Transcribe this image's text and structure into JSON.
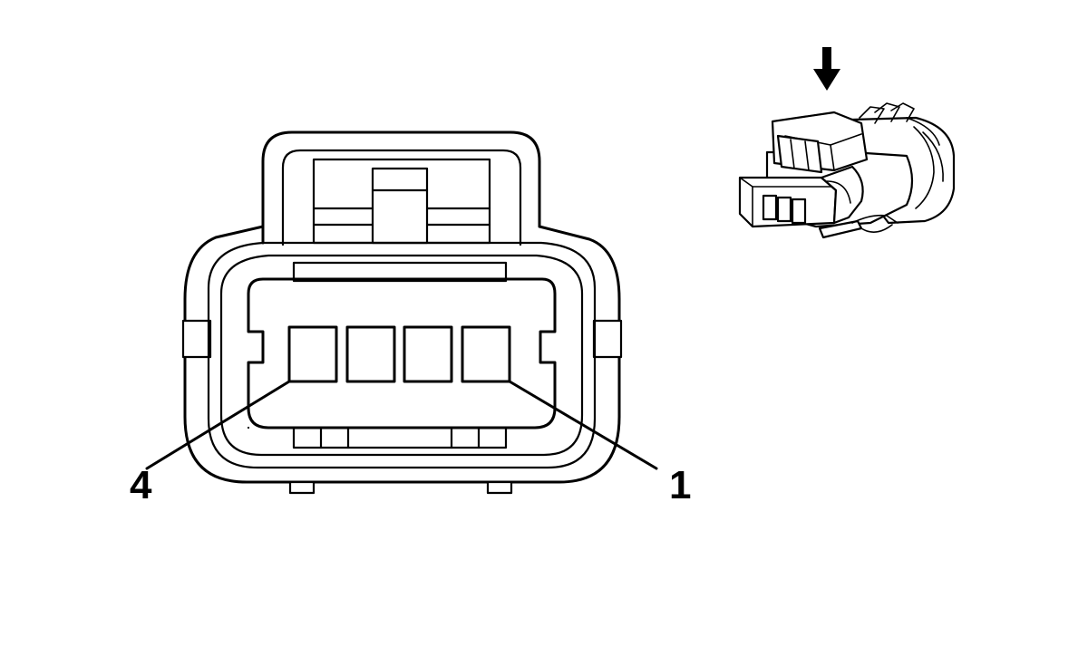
{
  "diagram": {
    "pin_labels": {
      "left": "4",
      "right": "1"
    },
    "pin_count": 4
  }
}
